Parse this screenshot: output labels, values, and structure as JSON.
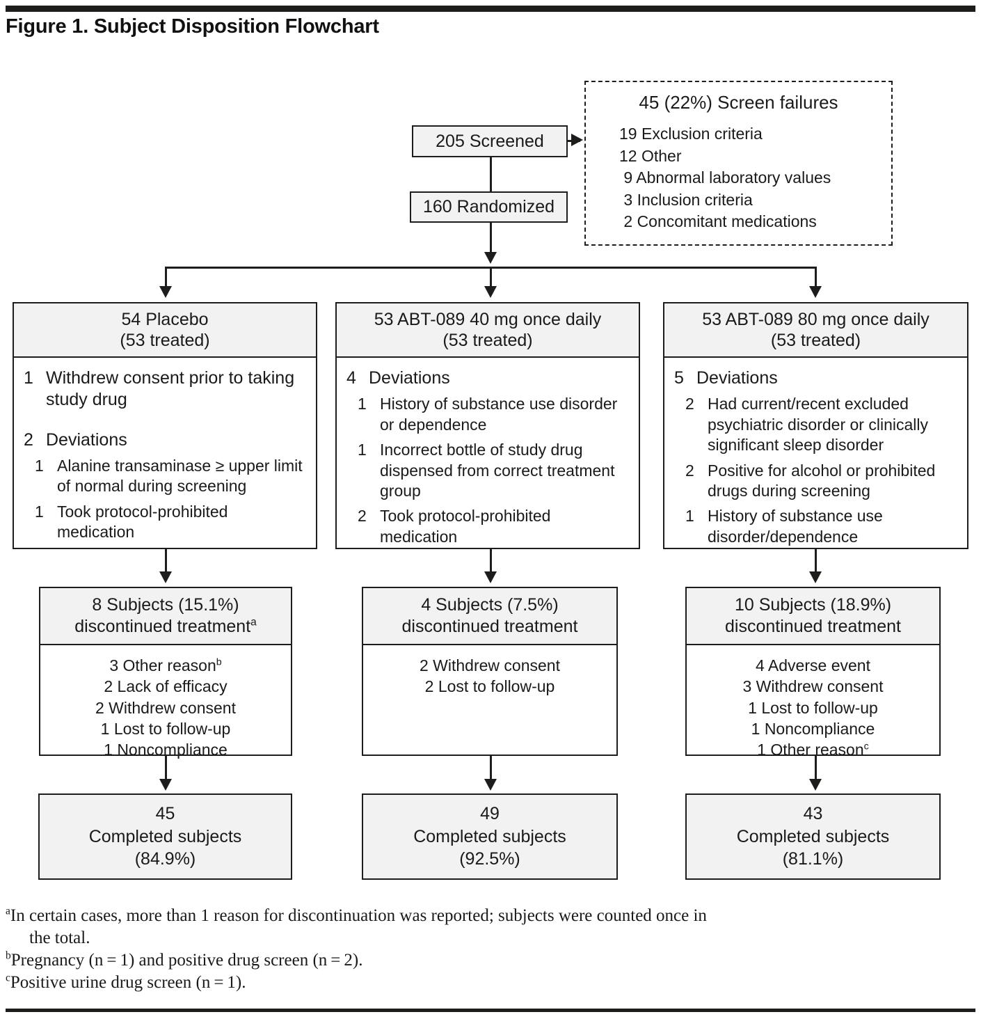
{
  "figure": {
    "title": "Figure 1. Subject Disposition Flowchart"
  },
  "nodes": {
    "screened": "205 Screened",
    "randomized": "160 Randomized"
  },
  "screen_failures": {
    "title": "45 (22%) Screen failures",
    "reasons": [
      "19 Exclusion criteria",
      "12 Other",
      " 9 Abnormal laboratory values",
      " 3 Inclusion criteria",
      " 2 Concomitant medications"
    ]
  },
  "groups": [
    {
      "header_line1": "54 Placebo",
      "header_line2": "(53 treated)",
      "items": [
        {
          "n": "1",
          "text": "Withdrew consent prior to taking study drug",
          "sub": []
        },
        {
          "n": "2",
          "text": "Deviations",
          "sub": [
            {
              "n": "1",
              "text": "Alanine transaminase ≥ upper limit of normal during screening"
            },
            {
              "n": "1",
              "text": "Took protocol-prohibited medication"
            }
          ]
        }
      ]
    },
    {
      "header_line1": "53 ABT-089 40 mg once daily",
      "header_line2": "(53 treated)",
      "items": [
        {
          "n": "4",
          "text": "Deviations",
          "sub": [
            {
              "n": "1",
              "text": "History of substance use disorder or dependence"
            },
            {
              "n": "1",
              "text": "Incorrect bottle of study drug dispensed from correct treatment group"
            },
            {
              "n": "2",
              "text": "Took protocol-prohibited medication"
            }
          ]
        }
      ]
    },
    {
      "header_line1": "53 ABT-089 80 mg once daily",
      "header_line2": "(53 treated)",
      "items": [
        {
          "n": "5",
          "text": "Deviations",
          "sub": [
            {
              "n": "2",
              "text": "Had current/recent excluded psychiatric disorder or clinically significant sleep disorder"
            },
            {
              "n": "2",
              "text": "Positive for alcohol or prohibited drugs during screening"
            },
            {
              "n": "1",
              "text": "History of substance use disorder/dependence"
            }
          ]
        }
      ]
    }
  ],
  "discontinued": [
    {
      "header_line1": "8 Subjects (15.1%)",
      "header_line2": "discontinued treatment",
      "header_sup": "a",
      "reasons": [
        {
          "text": "3 Other reason",
          "sup": "b"
        },
        {
          "text": "2 Lack of efficacy",
          "sup": ""
        },
        {
          "text": "2 Withdrew consent",
          "sup": ""
        },
        {
          "text": "1 Lost to follow-up",
          "sup": ""
        },
        {
          "text": "1 Noncompliance",
          "sup": ""
        }
      ]
    },
    {
      "header_line1": "4 Subjects (7.5%)",
      "header_line2": "discontinued treatment",
      "header_sup": "",
      "reasons": [
        {
          "text": "2 Withdrew consent",
          "sup": ""
        },
        {
          "text": "2 Lost to follow-up",
          "sup": ""
        }
      ]
    },
    {
      "header_line1": "10 Subjects (18.9%)",
      "header_line2": "discontinued treatment",
      "header_sup": "",
      "reasons": [
        {
          "text": "4 Adverse event",
          "sup": ""
        },
        {
          "text": "3 Withdrew consent",
          "sup": ""
        },
        {
          "text": "1 Lost to follow-up",
          "sup": ""
        },
        {
          "text": "1 Noncompliance",
          "sup": ""
        },
        {
          "text": "1 Other reason",
          "sup": "c"
        }
      ]
    }
  ],
  "completed": [
    {
      "count": "45",
      "label": "Completed subjects",
      "percent": "(84.9%)"
    },
    {
      "count": "49",
      "label": "Completed subjects",
      "percent": "(92.5%)"
    },
    {
      "count": "43",
      "label": "Completed subjects",
      "percent": "(81.1%)"
    }
  ],
  "footnotes": [
    {
      "marker": "a",
      "line1": "In certain cases, more than 1 reason for discontinuation was reported; subjects were counted once in",
      "line2": "the total."
    },
    {
      "marker": "b",
      "line1": "Pregnancy (n = 1) and positive drug screen (n = 2).",
      "line2": ""
    },
    {
      "marker": "c",
      "line1": "Positive urine drug screen (n = 1).",
      "line2": ""
    }
  ],
  "colors": {
    "ink": "#1d1d1b",
    "header_fill": "#f2f2f2",
    "body_fill": "#ffffff"
  }
}
